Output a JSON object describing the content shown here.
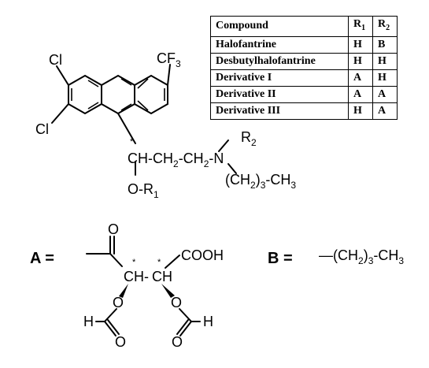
{
  "table": {
    "headers": {
      "compound": "Compound",
      "r1": "R",
      "r1_sub": "1",
      "r2": "R",
      "r2_sub": "2"
    },
    "rows": [
      {
        "compound": "Halofantrine",
        "r1": "H",
        "r2": "B"
      },
      {
        "compound": "Desbutylhalofantrine",
        "r1": "H",
        "r2": "H"
      },
      {
        "compound": "Derivative I",
        "r1": "A",
        "r2": "H"
      },
      {
        "compound": "Derivative II",
        "r1": "A",
        "r2": "A"
      },
      {
        "compound": "Derivative III",
        "r1": "H",
        "r2": "A"
      }
    ]
  },
  "structure": {
    "cl_top": "Cl",
    "cf3": "CF",
    "cf3_sub": "3",
    "cl_bottom": "Cl",
    "chain_ch": "CH-CH",
    "chain_sub1": "2",
    "chain_ch2": "-CH",
    "chain_sub2": "2",
    "chain_n": "-N",
    "r2": "R",
    "r2_sub": "2",
    "butyl_open": "(CH",
    "butyl_sub1": "2",
    "butyl_close": ")",
    "butyl_sub2": "3",
    "butyl_end": "-CH",
    "butyl_sub3": "3",
    "o_r1": "O-R",
    "o_r1_sub": "1",
    "star": "*"
  },
  "substituents": {
    "a_label": "A  =",
    "a_o": "O",
    "a_cooh": "COOH",
    "a_ch": "CH",
    "a_ch2": "CH",
    "a_dash": "-",
    "a_o1": "O",
    "a_o2": "O",
    "a_h1": "H",
    "a_h2": "H",
    "a_o3": "O",
    "a_o4": "O",
    "star": "*",
    "b_label": "B  =",
    "b_open": "—(CH",
    "b_sub1": "2",
    "b_mid": ")",
    "b_sub2": "3",
    "b_end": "-CH",
    "b_sub3": "3"
  }
}
